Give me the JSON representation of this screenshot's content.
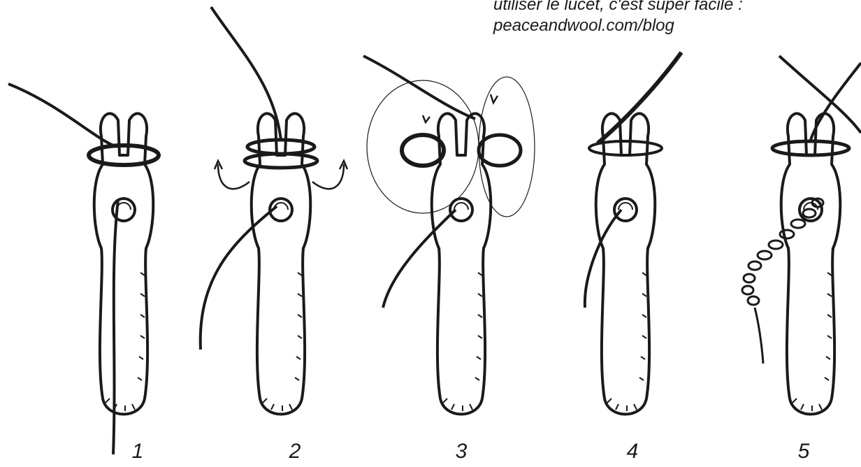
{
  "caption": {
    "line1": "utiliser le lucet, c'est super facile :",
    "line2": "peaceandwool.com/blog"
  },
  "steps": [
    {
      "number": "1"
    },
    {
      "number": "2"
    },
    {
      "number": "3"
    },
    {
      "number": "4"
    },
    {
      "number": "5"
    }
  ],
  "colors": {
    "ink": "#1a1a1a",
    "background": "#ffffff"
  }
}
